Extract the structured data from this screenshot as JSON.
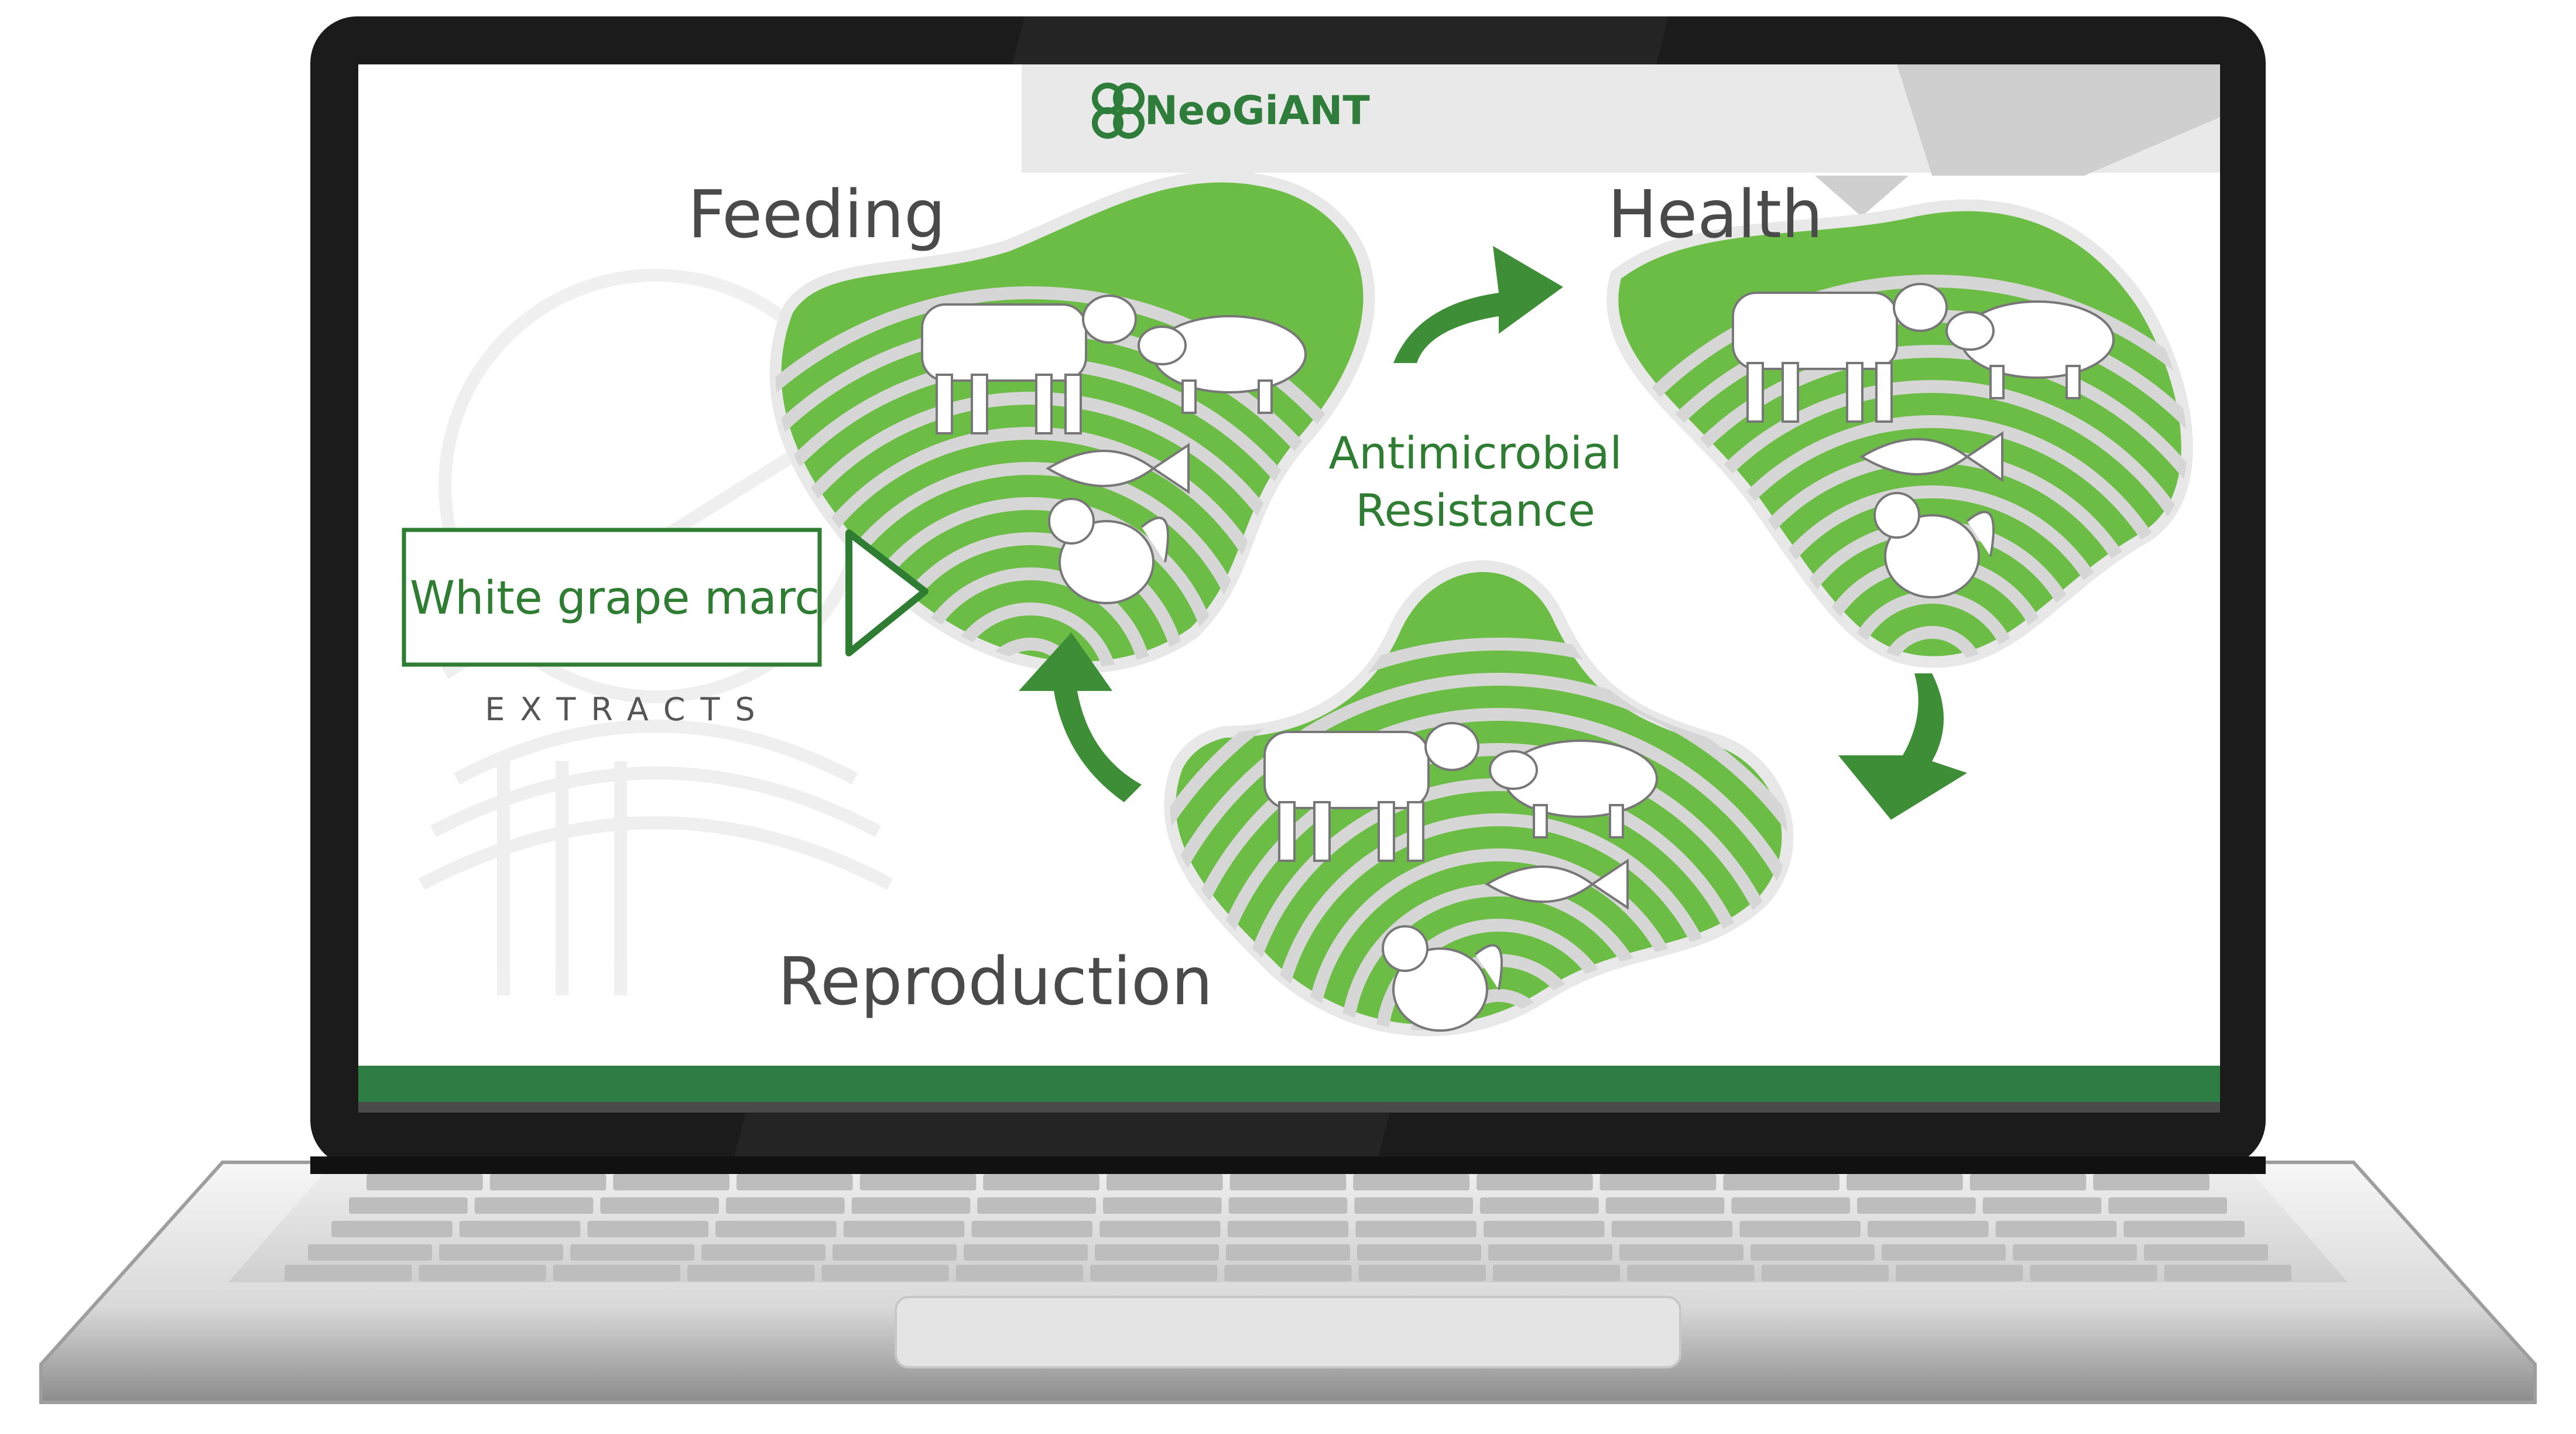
{
  "device": "laptop",
  "slide": {
    "logo": {
      "text": "NeoGiANT",
      "icon": "neogiant-logo-icon"
    },
    "labels": {
      "feeding": "Feeding",
      "health": "Health",
      "reproduction": "Reproduction"
    },
    "center_text": {
      "line1": "Antimicrobial",
      "line2": "Resistance"
    },
    "product_box": {
      "label": "White grape marc",
      "sub": "EXTRACTS"
    },
    "colors": {
      "accent_green": "#6cbd45",
      "dark_green": "#2e7d32",
      "bottom_bar": "#2e7d45",
      "stripe_gray": "#d6d6d6"
    },
    "animals": [
      "cow",
      "pig",
      "fish",
      "chicken"
    ]
  }
}
